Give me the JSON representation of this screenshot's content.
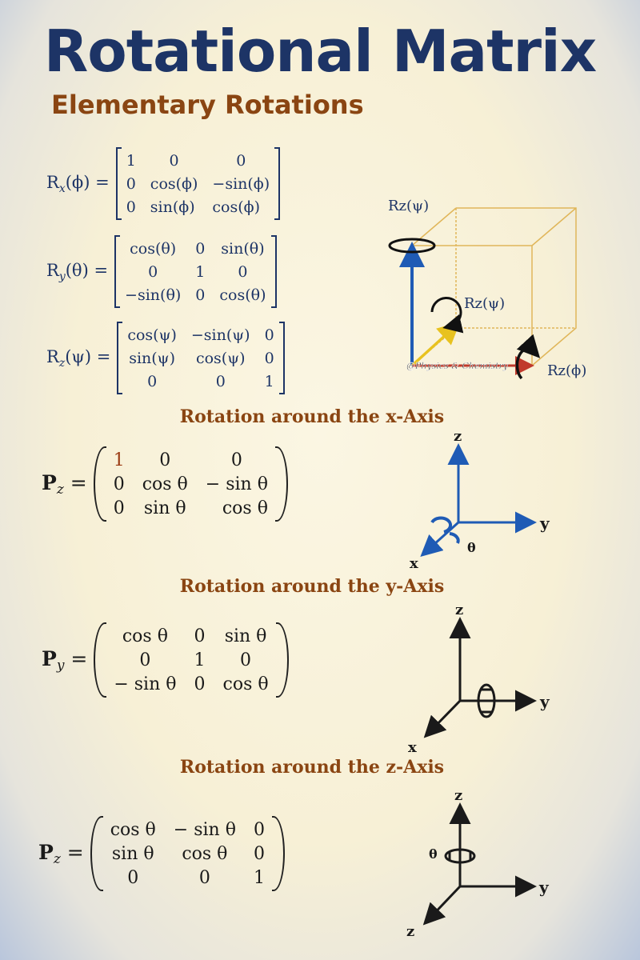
{
  "header": {
    "title": "Rotational Matrix",
    "subtitle": "Elementary Rotations"
  },
  "elementary": {
    "rx": {
      "lhs_main": "R",
      "lhs_sub": "x",
      "lhs_arg": "(ϕ) =",
      "rows": [
        [
          "1",
          "0",
          "0"
        ],
        [
          "0",
          "cos(ϕ)",
          "−sin(ϕ)"
        ],
        [
          "0",
          "sin(ϕ)",
          "cos(ϕ)"
        ]
      ]
    },
    "ry": {
      "lhs_main": "R",
      "lhs_sub": "y",
      "lhs_arg": "(θ) =",
      "rows": [
        [
          "cos(θ)",
          "0",
          "sin(θ)"
        ],
        [
          "0",
          "1",
          "0"
        ],
        [
          "−sin(θ)",
          "0",
          "cos(θ)"
        ]
      ]
    },
    "rz": {
      "lhs_main": "R",
      "lhs_sub": "z",
      "lhs_arg": "(ψ) =",
      "rows": [
        [
          "cos(ψ)",
          "−sin(ψ)",
          "0"
        ],
        [
          "sin(ψ)",
          "cos(ψ)",
          "0"
        ],
        [
          "0",
          "0",
          "1"
        ]
      ]
    }
  },
  "cube_diagram": {
    "label_top": "Rz(ψ)",
    "label_mid": "Rz(ψ)",
    "label_right": "Rz(ϕ)",
    "watermark": "@Physics & Chemistry"
  },
  "sections": {
    "x_axis": {
      "heading": "Rotation around the x-Axis",
      "lhs_main": "P",
      "lhs_sub": "z",
      "rows": [
        [
          "1",
          "0",
          "0"
        ],
        [
          "0",
          "cos θ",
          "− sin θ"
        ],
        [
          "0",
          "sin θ",
          "cos θ"
        ]
      ],
      "axes": {
        "z": "z",
        "y": "y",
        "x": "x",
        "angle": "θ"
      }
    },
    "y_axis": {
      "heading": "Rotation around the y-Axis",
      "lhs_main": "P",
      "lhs_sub": "y",
      "rows": [
        [
          "cos θ",
          "0",
          "sin θ"
        ],
        [
          "0",
          "1",
          "0"
        ],
        [
          "− sin θ",
          "0",
          "cos θ"
        ]
      ],
      "axes": {
        "z": "z",
        "y": "y",
        "x": "x"
      }
    },
    "z_axis": {
      "heading": "Rotation around the z-Axis",
      "lhs_main": "P",
      "lhs_sub": "z",
      "rows": [
        [
          "cos θ",
          "− sin θ",
          "0"
        ],
        [
          "sin θ",
          "cos θ",
          "0"
        ],
        [
          "0",
          "0",
          "1"
        ]
      ],
      "axes": {
        "z": "z",
        "y": "y",
        "x": "z",
        "angle": "θ"
      }
    }
  },
  "colors": {
    "title": "#1d3466",
    "subtitle": "#8a4512",
    "axis_blue": "#1f5bb5",
    "axis_yellow": "#e8c21f",
    "axis_red": "#c0392b",
    "cube_edge": "#e0b65a"
  }
}
